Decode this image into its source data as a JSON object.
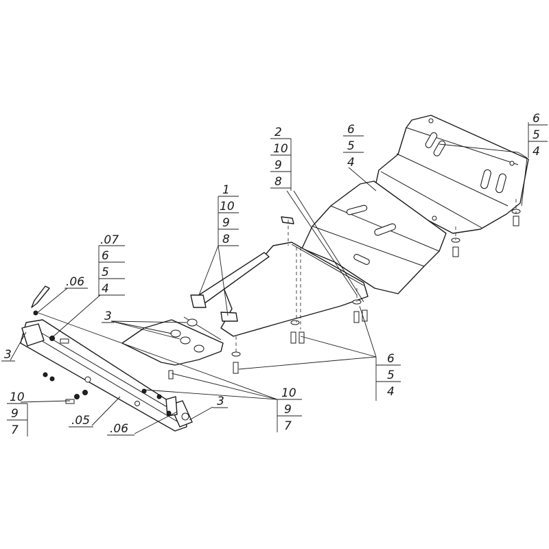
{
  "diagram": {
    "stack_top_right": [
      "6",
      "5",
      "4"
    ],
    "stack_rear_upper": [
      "6",
      "5",
      "4"
    ],
    "stack_middle_plate": [
      "2",
      "10",
      "9",
      "8"
    ],
    "stack_front_plate": [
      "1",
      "10",
      "9",
      "8"
    ],
    "stack_bracket": [
      ".07",
      "6",
      "5",
      "4"
    ],
    "label_bracket_left": ".06",
    "label_mounts": "3",
    "label_left_end": "3",
    "stack_left_bolts": [
      "10",
      "9",
      "7"
    ],
    "label_beam": ".05",
    "label_beam_right": ".06",
    "label_right_mount": "3",
    "stack_bottom_center": [
      "10",
      "9",
      "7"
    ],
    "stack_bottom_right": [
      "6",
      "5",
      "4"
    ]
  },
  "colors": {
    "line": "#1a1a1a",
    "background": "#ffffff"
  }
}
